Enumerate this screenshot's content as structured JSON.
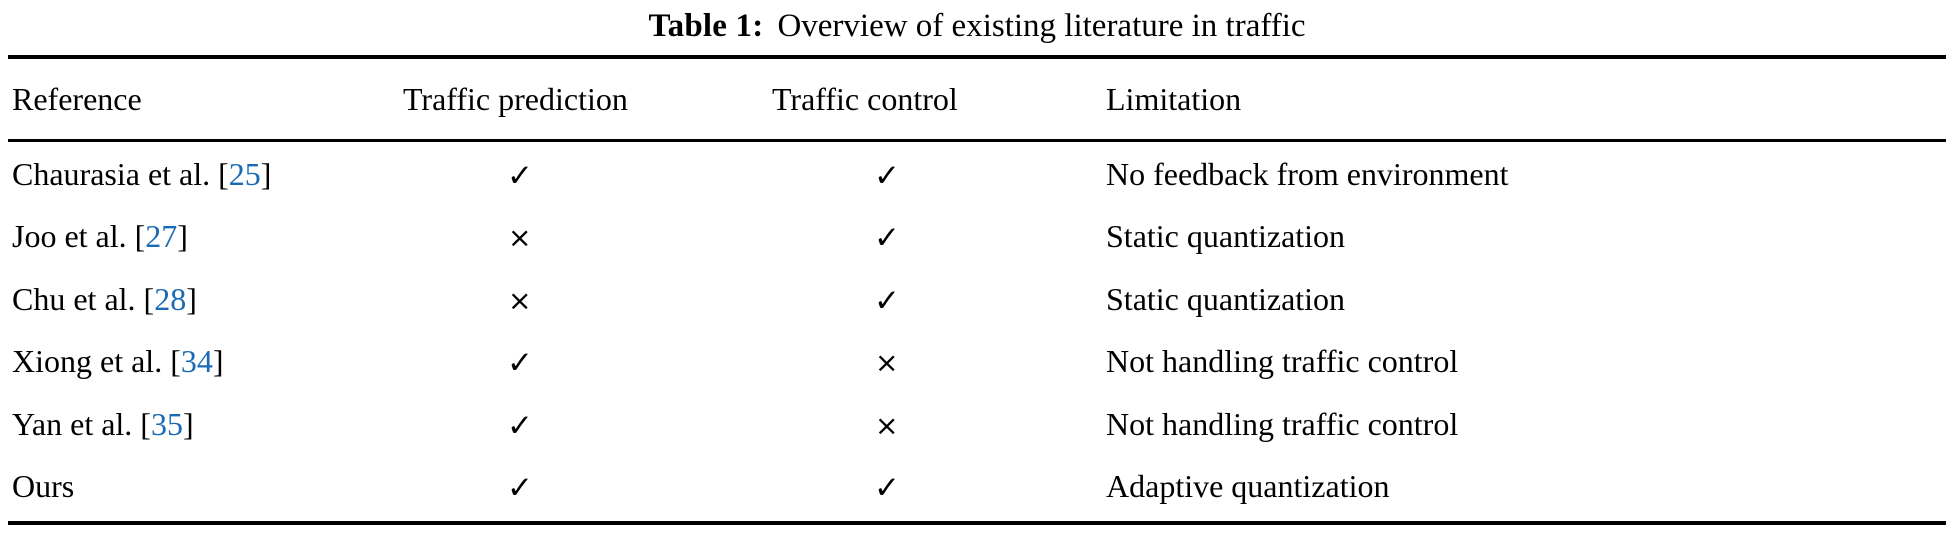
{
  "caption": {
    "label": "Table 1:",
    "text": "Overview of existing literature in traffic"
  },
  "colors": {
    "citation_blue": "#1a6bb5",
    "text_black": "#000000",
    "background": "#ffffff"
  },
  "table": {
    "columns": [
      "Reference",
      "Traffic prediction",
      "Traffic control",
      "Limitation"
    ],
    "symbols": {
      "check": "✓",
      "cross": "×"
    },
    "rows": [
      {
        "reference_name": "Chaurasia et al.",
        "citation": "25",
        "bracket_open": "[",
        "bracket_close": "]",
        "traffic_prediction": "✓",
        "traffic_control": "✓",
        "limitation": "No feedback from environment"
      },
      {
        "reference_name": "Joo et al.",
        "citation": "27",
        "bracket_open": "[",
        "bracket_close": "]",
        "traffic_prediction": "×",
        "traffic_control": "✓",
        "limitation": "Static quantization"
      },
      {
        "reference_name": "Chu et al.",
        "citation": "28",
        "bracket_open": "[",
        "bracket_close": "]",
        "traffic_prediction": "×",
        "traffic_control": "✓",
        "limitation": "Static quantization"
      },
      {
        "reference_name": "Xiong et al.",
        "citation": "34",
        "bracket_open": "[",
        "bracket_close": "]",
        "traffic_prediction": "✓",
        "traffic_control": "×",
        "limitation": "Not handling traffic control"
      },
      {
        "reference_name": "Yan et al.",
        "citation": "35",
        "bracket_open": "[",
        "bracket_close": "]",
        "traffic_prediction": "✓",
        "traffic_control": "×",
        "limitation": "Not handling traffic control"
      },
      {
        "reference_name": "Ours",
        "citation": "",
        "bracket_open": "",
        "bracket_close": "",
        "traffic_prediction": "✓",
        "traffic_control": "✓",
        "limitation": "Adaptive quantization"
      }
    ]
  }
}
